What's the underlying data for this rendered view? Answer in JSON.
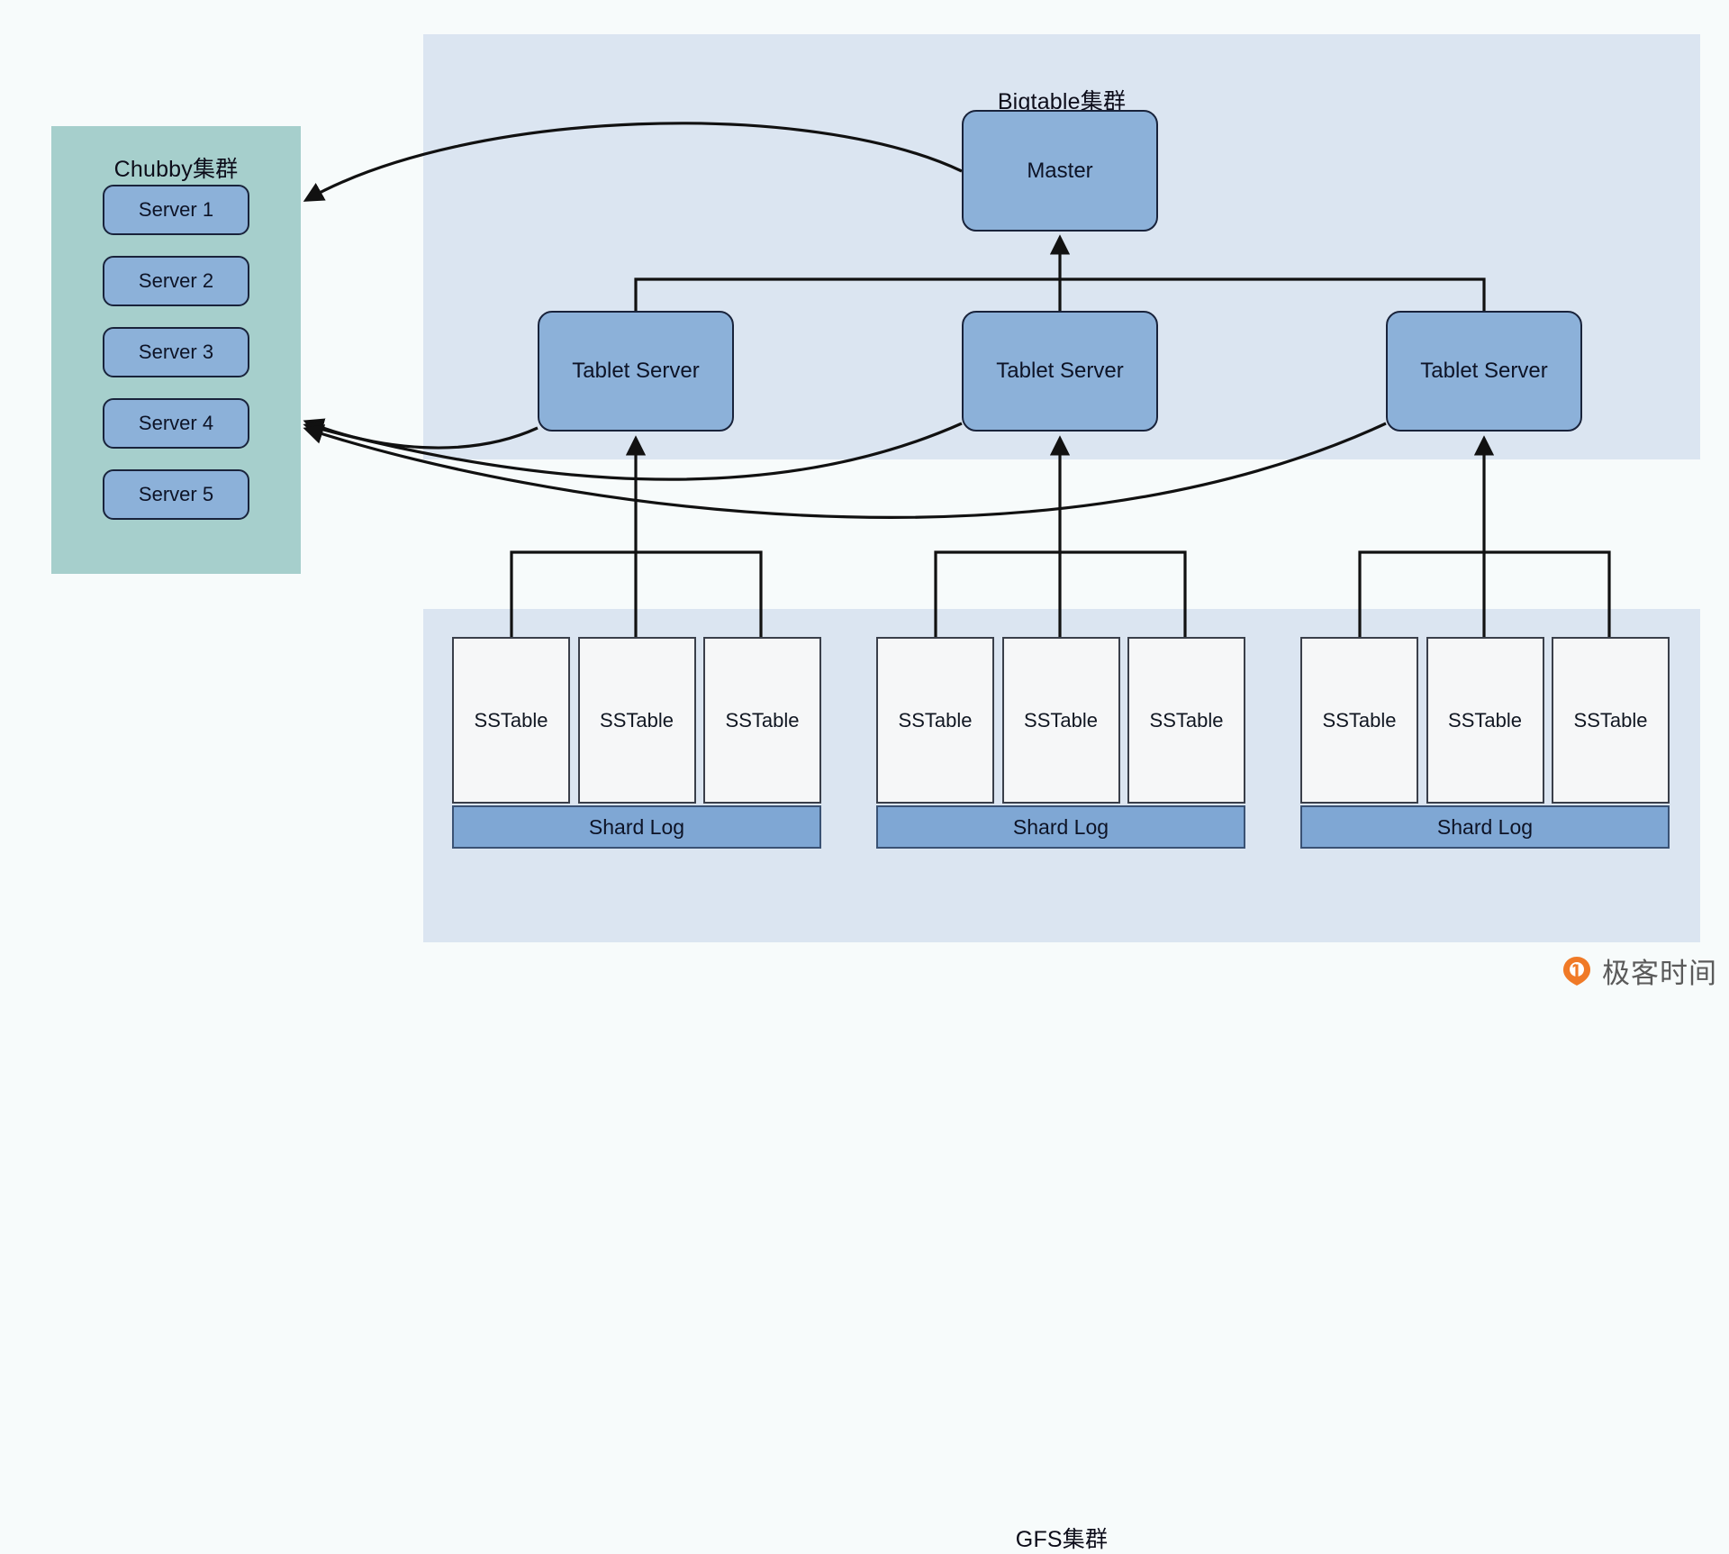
{
  "diagram": {
    "title_chubby": "Chubby集群",
    "title_bigtable": "Bigtable集群",
    "title_gfs": "GFS集群",
    "colors": {
      "background": "#f7fbfb",
      "cluster_panel": "#dbe5f1",
      "chubby_panel": "#a6cfcc",
      "node_fill": "#8cb1d9",
      "node_border": "#19233b",
      "sstable_fill": "#f6f7f8",
      "shard_log_fill": "#7fa7d4",
      "link": "#111111",
      "watermark": "#5a5a5a",
      "watermark_logo": "#f07a27"
    }
  },
  "chubby": {
    "servers": [
      {
        "label": "Server 1"
      },
      {
        "label": "Server 2"
      },
      {
        "label": "Server 3"
      },
      {
        "label": "Server 4"
      },
      {
        "label": "Server 5"
      }
    ]
  },
  "bigtable": {
    "master": {
      "label": "Master"
    },
    "tablet_servers": [
      {
        "label": "Tablet Server"
      },
      {
        "label": "Tablet Server"
      },
      {
        "label": "Tablet Server"
      }
    ]
  },
  "gfs": {
    "groups": [
      {
        "sstables": [
          {
            "label": "SSTable"
          },
          {
            "label": "SSTable"
          },
          {
            "label": "SSTable"
          }
        ],
        "shard_log": {
          "label": "Shard Log"
        }
      },
      {
        "sstables": [
          {
            "label": "SSTable"
          },
          {
            "label": "SSTable"
          },
          {
            "label": "SSTable"
          }
        ],
        "shard_log": {
          "label": "Shard Log"
        }
      },
      {
        "sstables": [
          {
            "label": "SSTable"
          },
          {
            "label": "SSTable"
          },
          {
            "label": "SSTable"
          }
        ],
        "shard_log": {
          "label": "Shard Log"
        }
      }
    ]
  },
  "watermark": {
    "text": "极客时间"
  }
}
